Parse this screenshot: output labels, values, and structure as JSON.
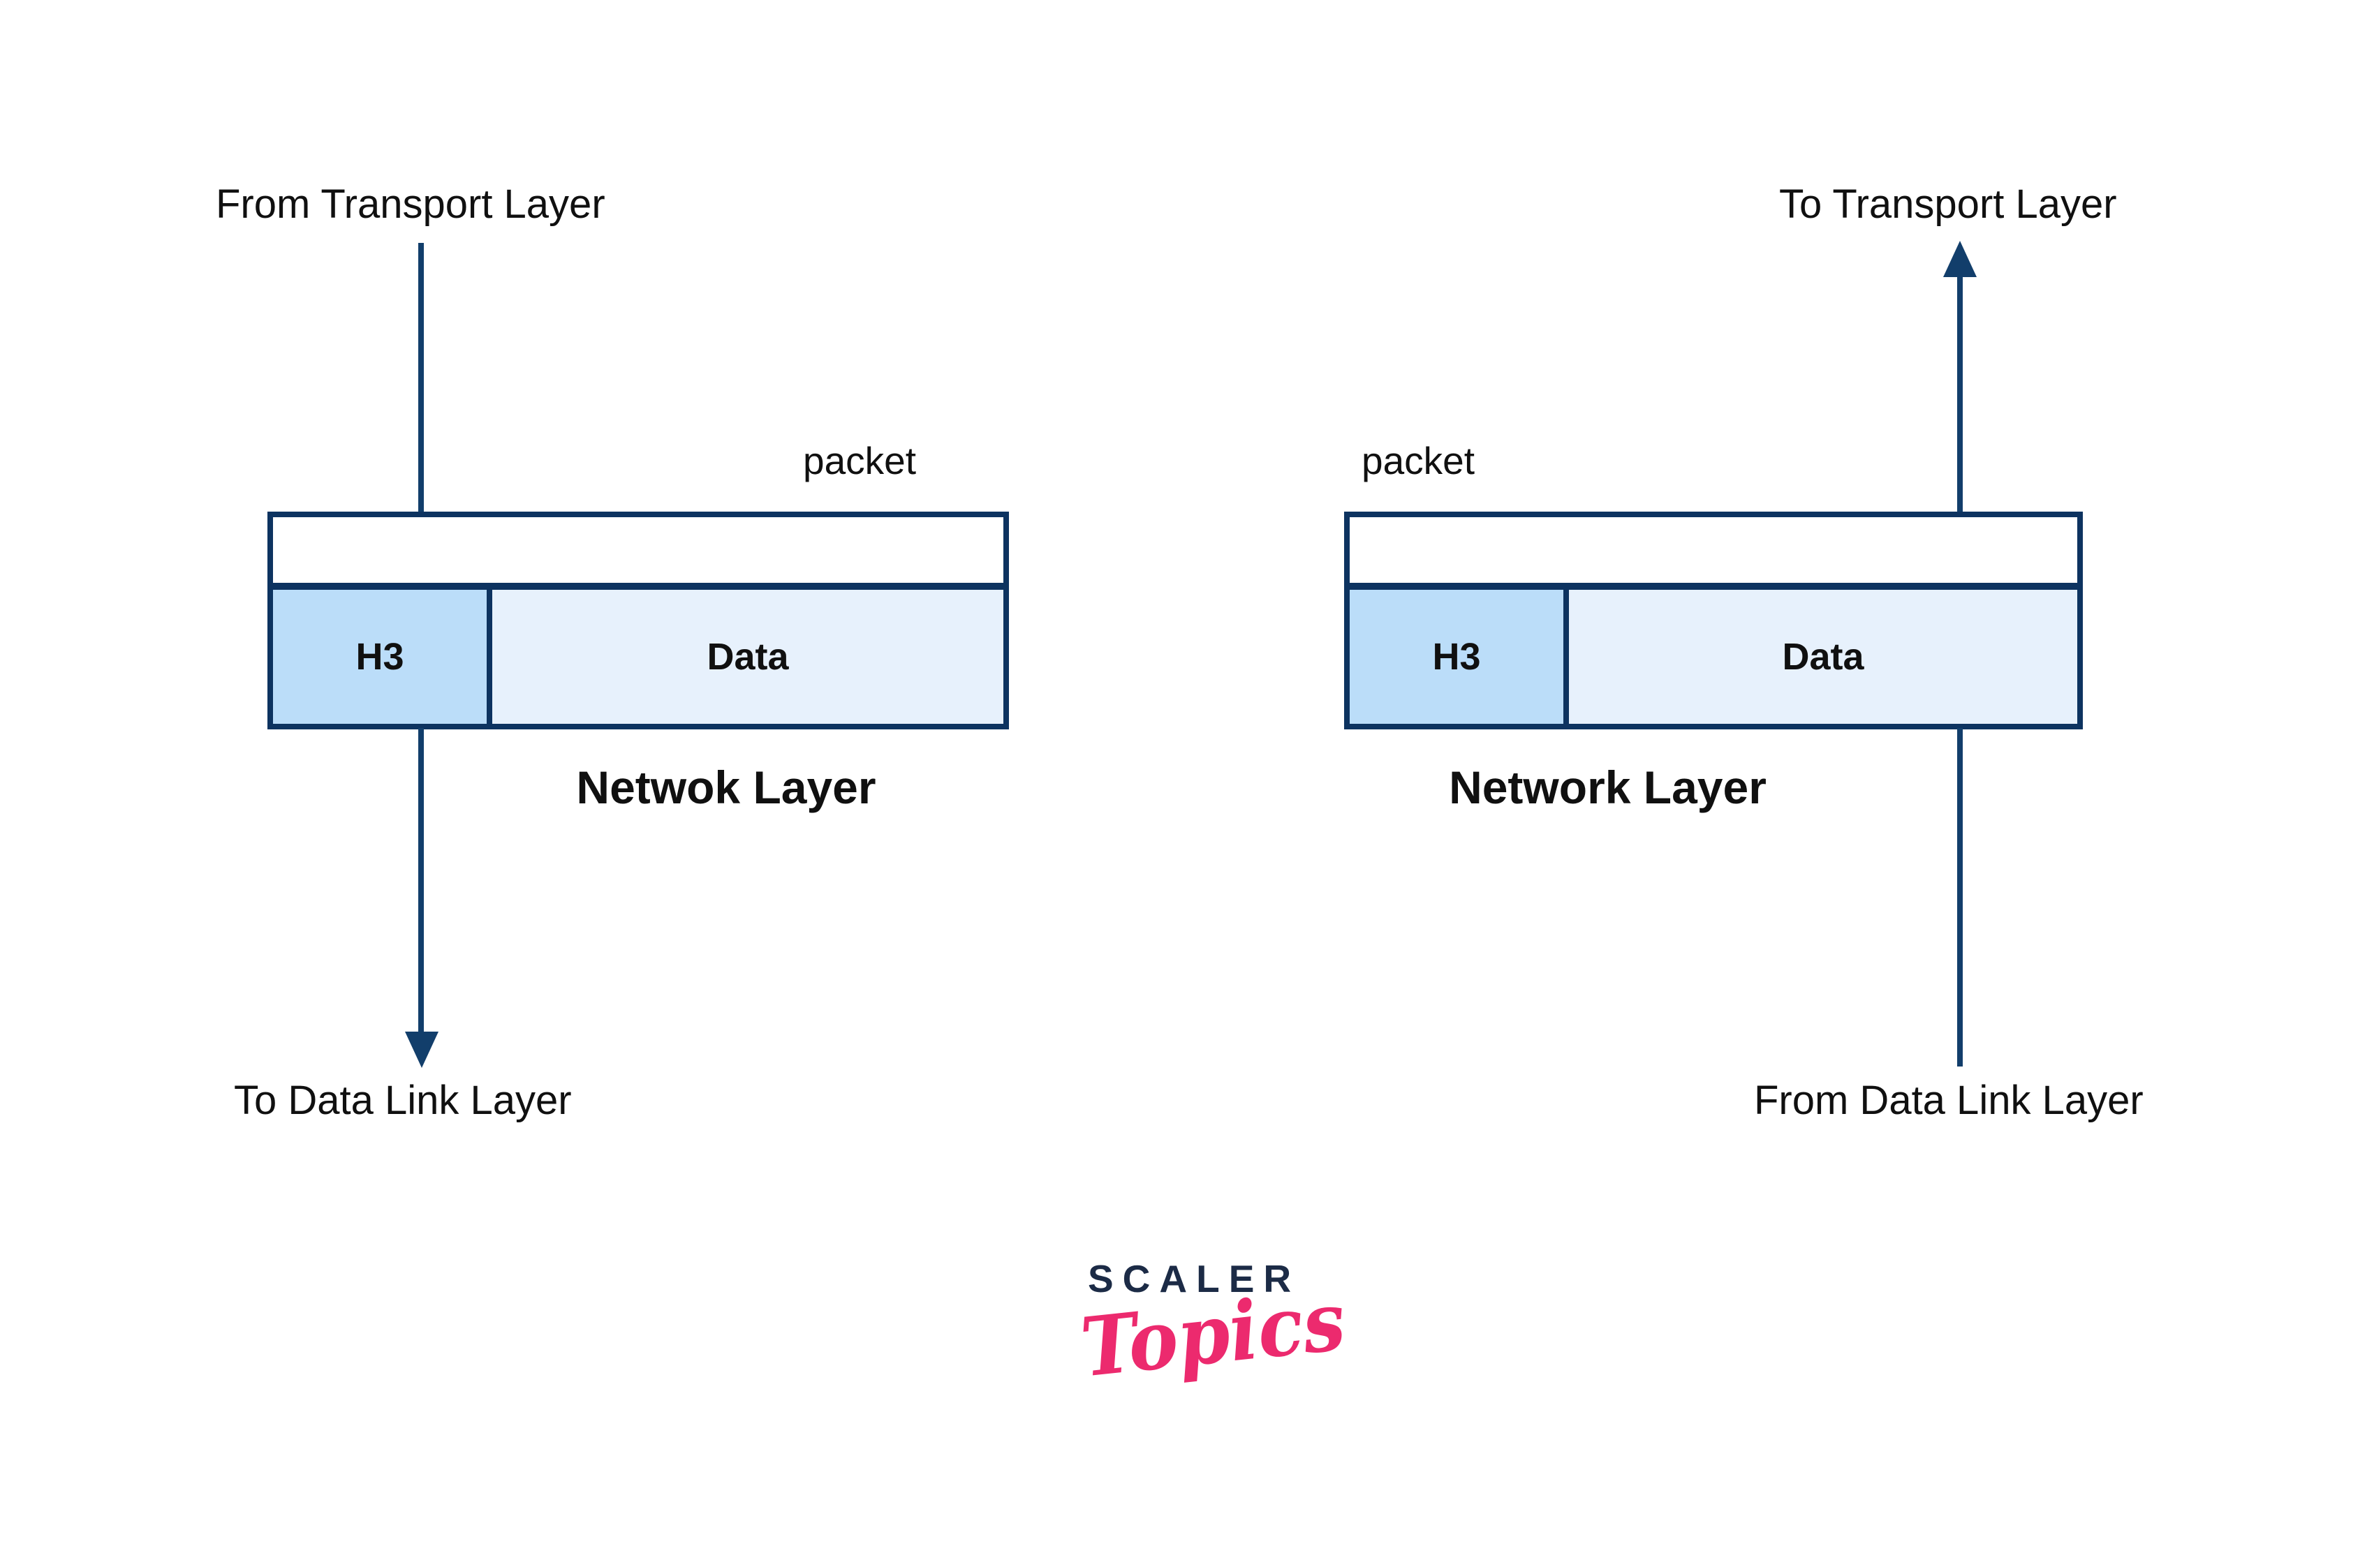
{
  "left": {
    "top_label": "From Transport Layer",
    "packet_label": "packet",
    "header_label": "H3",
    "data_label": "Data",
    "layer_label": "Netwok Layer",
    "bottom_label": "To Data Link Layer"
  },
  "right": {
    "top_label": "To Transport Layer",
    "packet_label": "packet",
    "header_label": "H3",
    "data_label": "Data",
    "layer_label": "Network Layer",
    "bottom_label": "From Data Link Layer"
  },
  "logo": {
    "brand": "SCALER",
    "sub": "Topics"
  },
  "colors": {
    "line": "#123E6B",
    "border": "#0D3360",
    "h3_fill": "#BBDDF9",
    "data_fill": "#E7F1FC",
    "text": "#101010",
    "brand_navy": "#1C2B46",
    "brand_pink": "#EC2A6E"
  }
}
